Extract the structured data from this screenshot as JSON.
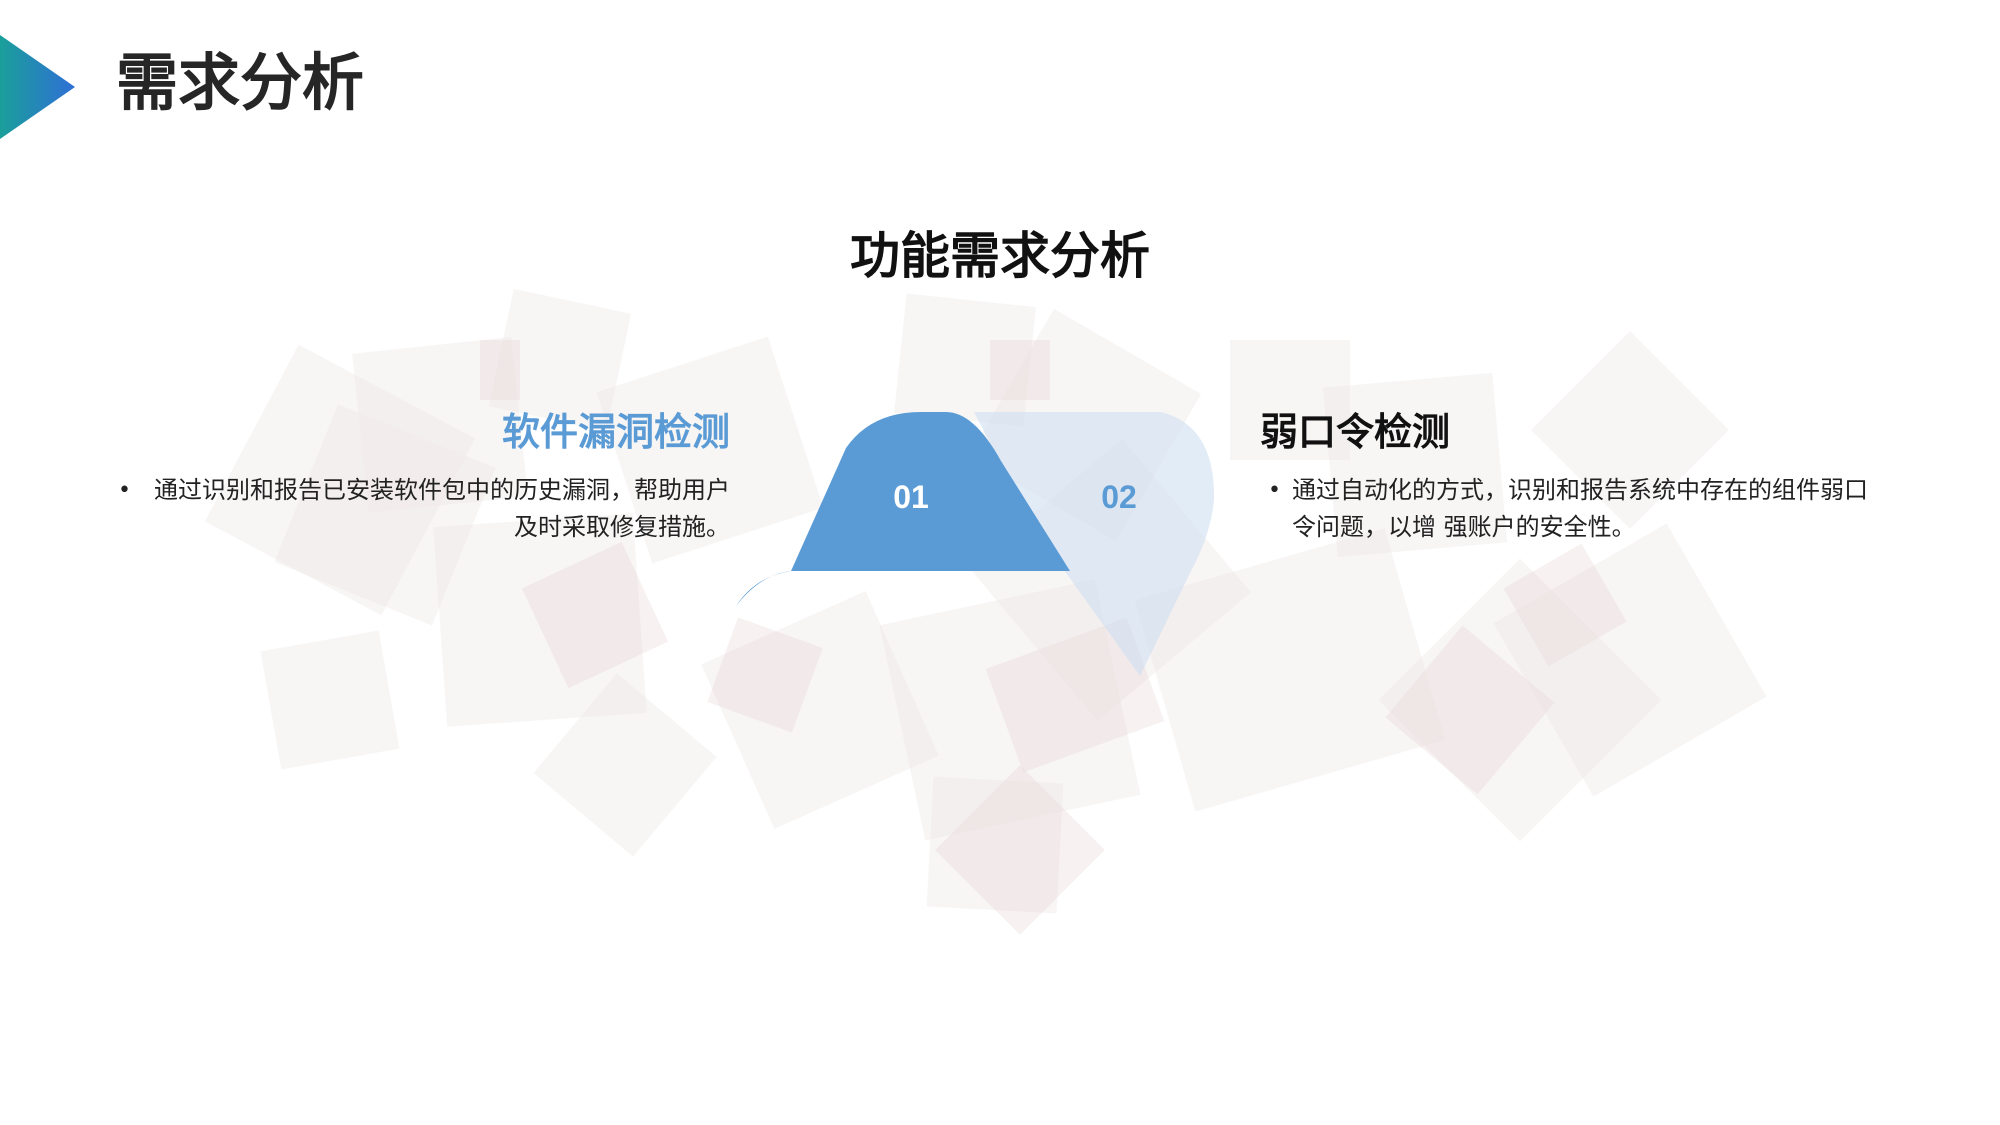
{
  "slide": {
    "title": "需求分析",
    "section_title": "功能需求分析"
  },
  "center": {
    "item1_number": "01",
    "item2_number": "02"
  },
  "cards": {
    "left": {
      "heading": "软件漏洞检测",
      "bullet": "通过识别和报告已安装软件包中的历史漏洞，帮助用户及时采取修复措施。"
    },
    "right": {
      "heading": "弱口令检测",
      "bullet": "通过自动化的方式，识别和报告系统中存在的组件弱口令问题，以增 强账户的安全性。"
    }
  },
  "colors": {
    "accent_blue": "#5b9bd5",
    "light_blue": "#dde8f6",
    "title_dark": "#262626",
    "arrow_gradient_start": "#1a9f9a",
    "arrow_gradient_end": "#2f6fd6",
    "background_squares": "#efe6e6"
  },
  "icons": {
    "corner_marker": "triangle-arrow-icon",
    "bullet": "bullet-dot-icon"
  }
}
